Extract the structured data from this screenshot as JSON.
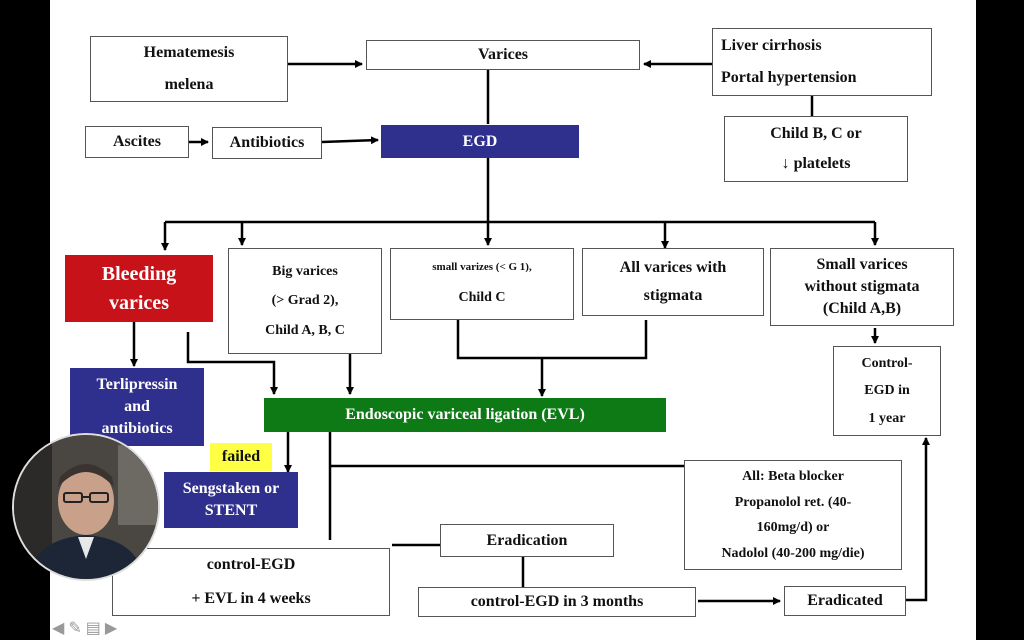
{
  "boxes": {
    "hematemesis": [
      "Hematemesis",
      "melena"
    ],
    "varices": "Varices",
    "cirrhosis": [
      "Liver cirrhosis",
      "Portal  hypertension"
    ],
    "child_bc": [
      "Child B, C or",
      "↓ platelets"
    ],
    "ascites": "Ascites",
    "antibiotics": "Antibiotics",
    "egd": "EGD",
    "bleeding": [
      "Bleeding",
      "varices"
    ],
    "big_varices": [
      "Big varices",
      "(> Grad 2),",
      "Child A, B, C"
    ],
    "small_varizes": "small varizes (< G 1),",
    "small_varizes_child": "Child C",
    "stigmata": [
      "All varices with",
      "stigmata"
    ],
    "small_no_stigmata": [
      "Small varices",
      "without stigmata",
      "(Child A,B)"
    ],
    "control_1year": [
      "Control-",
      "EGD  in",
      "1 year"
    ],
    "terlipressin": [
      "Terlipressin",
      "and",
      "antibiotics"
    ],
    "evl": "Endoscopic variceal ligation (EVL)",
    "failed": "failed",
    "sengstaken": [
      "Sengstaken or",
      "STENT"
    ],
    "beta_blocker": [
      "All: Beta blocker",
      "Propanolol ret. (40-",
      "160mg/d) or",
      "Nadolol (40-200 mg/die)"
    ],
    "control_4weeks": [
      "control-EGD",
      "+ EVL in 4 weeks"
    ],
    "eradication": "Eradication",
    "control_3months": "control-EGD in 3 months",
    "eradicated": "Eradicated"
  },
  "colors": {
    "blue": "#2f2f8e",
    "red": "#c8121a",
    "green": "#0e7a16",
    "yellow": "#ffff44"
  },
  "nav_icons": [
    "arrow-left-icon",
    "pencil-icon",
    "menu-icon",
    "arrow-right-icon"
  ]
}
